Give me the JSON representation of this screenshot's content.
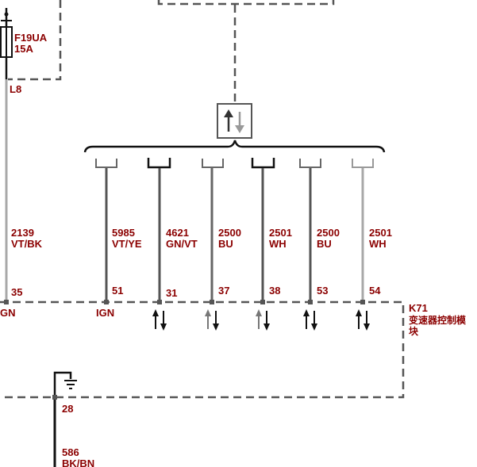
{
  "colors": {
    "label": "#8b0000",
    "wire_dark": "#555555",
    "wire_light": "#a8a8a8",
    "wire_black": "#111111",
    "dash": "#555555"
  },
  "icons": {
    "fuse": "fuse-icon",
    "data_bus": "bidirectional-arrows-icon",
    "ground": "ground-icon"
  },
  "fuse": {
    "name": "F19UA",
    "rating": "15A",
    "connector": "L8"
  },
  "left_wire": {
    "circuit": "2139",
    "color": "VT/BK",
    "pin": "35",
    "pin_label": "GN"
  },
  "connectors": [
    {
      "circuit": "5985",
      "color": "VT/YE",
      "pin": "51",
      "extra": "IGN"
    },
    {
      "circuit": "4621",
      "color": "GN/VT",
      "pin": "31"
    },
    {
      "circuit": "2500",
      "color": "BU",
      "pin": "37"
    },
    {
      "circuit": "2501",
      "color": "WH",
      "pin": "38"
    },
    {
      "circuit": "2500",
      "color": "BU",
      "pin": "53"
    },
    {
      "circuit": "2501",
      "color": "WH",
      "pin": "54"
    }
  ],
  "module": {
    "id": "K71",
    "name_line1": "变速器控制模",
    "name_line2": "块"
  },
  "ground": {
    "pin": "28",
    "circuit": "586",
    "color": "BK/BN"
  }
}
